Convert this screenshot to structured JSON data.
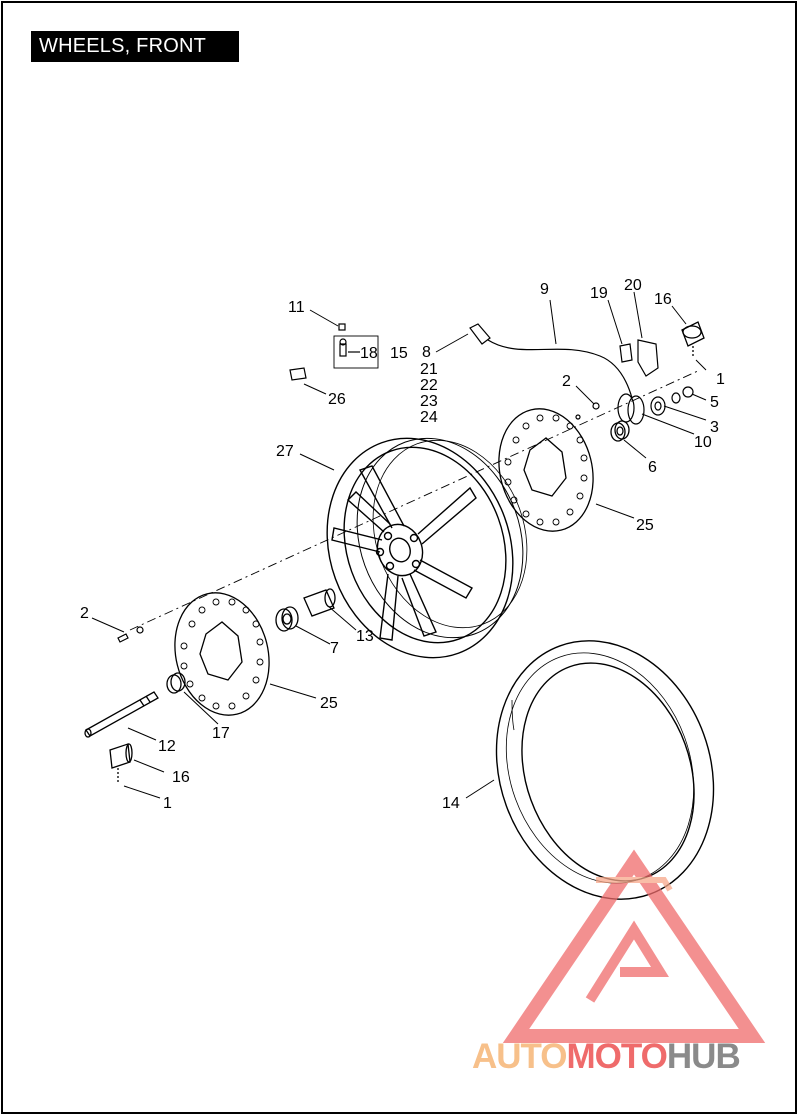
{
  "page": {
    "title": "WHEELS, FRONT"
  },
  "callouts": [
    {
      "id": "c11",
      "text": "11"
    },
    {
      "id": "c8",
      "text": "8"
    },
    {
      "id": "c21",
      "text": "21"
    },
    {
      "id": "c22",
      "text": "22"
    },
    {
      "id": "c23",
      "text": "23"
    },
    {
      "id": "c24",
      "text": "24"
    },
    {
      "id": "c18",
      "text": "18"
    },
    {
      "id": "c15",
      "text": "15"
    },
    {
      "id": "c26",
      "text": "26"
    },
    {
      "id": "c9",
      "text": "9"
    },
    {
      "id": "c19",
      "text": "19"
    },
    {
      "id": "c20",
      "text": "20"
    },
    {
      "id": "c16a",
      "text": "16"
    },
    {
      "id": "c1a",
      "text": "1"
    },
    {
      "id": "c5",
      "text": "5"
    },
    {
      "id": "c3",
      "text": "3"
    },
    {
      "id": "c10",
      "text": "10"
    },
    {
      "id": "c2a",
      "text": "2"
    },
    {
      "id": "c6",
      "text": "6"
    },
    {
      "id": "c27",
      "text": "27"
    },
    {
      "id": "c25a",
      "text": "25"
    },
    {
      "id": "c2b",
      "text": "2"
    },
    {
      "id": "c7",
      "text": "7"
    },
    {
      "id": "c13",
      "text": "13"
    },
    {
      "id": "c25b",
      "text": "25"
    },
    {
      "id": "c17",
      "text": "17"
    },
    {
      "id": "c12",
      "text": "12"
    },
    {
      "id": "c16b",
      "text": "16"
    },
    {
      "id": "c1b",
      "text": "1"
    },
    {
      "id": "c14",
      "text": "14"
    }
  ],
  "watermark": {
    "part1": "AUTO",
    "part2": "MOTO",
    "part3": "HUB",
    "color_light": "#f7c08a",
    "color_mid": "#ef6b6b",
    "color_dark": "#8a8a8a"
  }
}
